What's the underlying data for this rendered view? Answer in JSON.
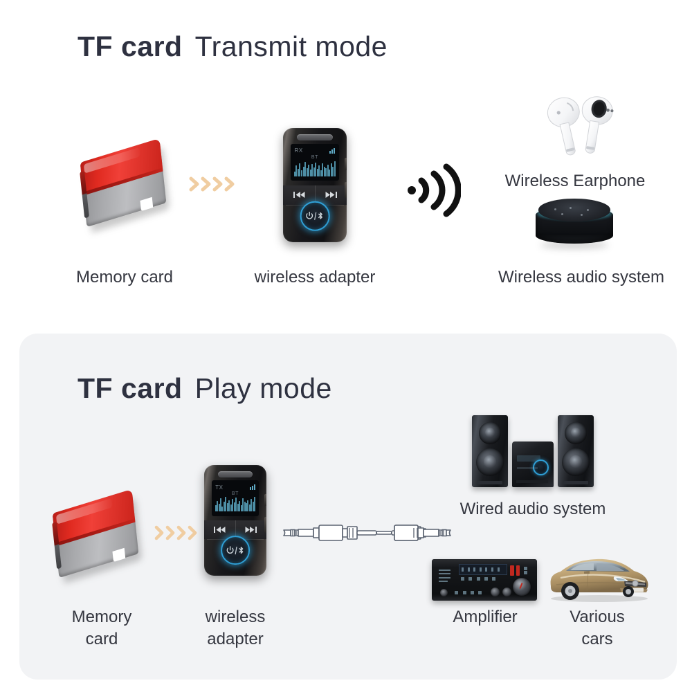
{
  "page": {
    "background_color": "#ffffff",
    "text_color": "#34363f"
  },
  "sections": [
    {
      "id": "transmit-mode",
      "title_strong": "TF card",
      "title_regular": "Transmit mode",
      "panel_background": "#ffffff",
      "items": [
        {
          "id": "memory-card",
          "caption": "Memory card",
          "icon": "microsd-card-icon"
        },
        {
          "id": "wireless-adapter",
          "caption": "wireless adapter",
          "icon": "bluetooth-adapter-icon"
        },
        {
          "id": "wireless-earphone",
          "caption": "Wireless Earphone",
          "icon": "wireless-earbuds-icon"
        },
        {
          "id": "wireless-audio-system",
          "caption": "Wireless audio system",
          "icon": "smart-speaker-icon"
        }
      ],
      "flow_icons": [
        {
          "id": "chevron-arrows",
          "name": "chevron-arrows-icon",
          "count": 4,
          "color": "#f0cda1"
        },
        {
          "id": "wireless-waves",
          "name": "wireless-signal-icon",
          "color": "#111111"
        }
      ],
      "device": {
        "mode_label": "RX",
        "protocol_label": "BT",
        "prev_button": "prev-track-icon",
        "next_button": "next-track-icon",
        "power_button": "power-bluetooth-icon",
        "accent_color": "#2f9fd6",
        "equalizer_color": "#4e8fa6",
        "equalizer_bars": [
          6,
          13,
          9,
          16,
          7,
          12,
          18,
          10,
          14,
          8,
          15,
          11,
          17,
          9,
          13,
          7,
          16,
          12,
          10,
          14,
          8,
          15,
          11,
          18
        ]
      }
    },
    {
      "id": "play-mode",
      "title_strong": "TF card",
      "title_regular": "Play mode",
      "panel_background": "#f2f3f5",
      "items": [
        {
          "id": "memory-card",
          "caption": "Memory\ncard",
          "icon": "microsd-card-icon"
        },
        {
          "id": "wireless-adapter",
          "caption": "wireless\nadapter",
          "icon": "bluetooth-adapter-icon"
        },
        {
          "id": "wired-audio-system",
          "caption": "Wired audio system",
          "icon": "hifi-speaker-system-icon"
        },
        {
          "id": "amplifier",
          "caption": "Amplifier",
          "icon": "amplifier-icon"
        },
        {
          "id": "various-cars",
          "caption": "Various\ncars",
          "icon": "car-icon"
        }
      ],
      "flow_icons": [
        {
          "id": "chevron-arrows",
          "name": "chevron-arrows-icon",
          "count": 4,
          "color": "#f0cda1"
        },
        {
          "id": "aux-cable",
          "name": "aux-cable-icon",
          "color": "#5a6270"
        }
      ],
      "device": {
        "mode_label": "TX",
        "protocol_label": "BT",
        "prev_button": "prev-track-icon",
        "next_button": "next-track-icon",
        "power_button": "power-bluetooth-icon",
        "accent_color": "#2f9fd6",
        "equalizer_color": "#4e8fa6",
        "equalizer_bars": [
          8,
          14,
          10,
          17,
          7,
          13,
          19,
          11,
          15,
          9,
          16,
          12,
          18,
          10,
          14,
          8,
          17,
          13,
          11,
          15,
          9,
          16,
          12,
          19
        ]
      }
    }
  ],
  "colors": {
    "sd_red": "#e02a20",
    "sd_gray": "#a9aaad",
    "accent_blue": "#2f9fd6",
    "chevron": "#f0cda1",
    "panel_gray": "#f2f3f5",
    "title": "#2e3140",
    "car_gold": "#bfa474"
  }
}
